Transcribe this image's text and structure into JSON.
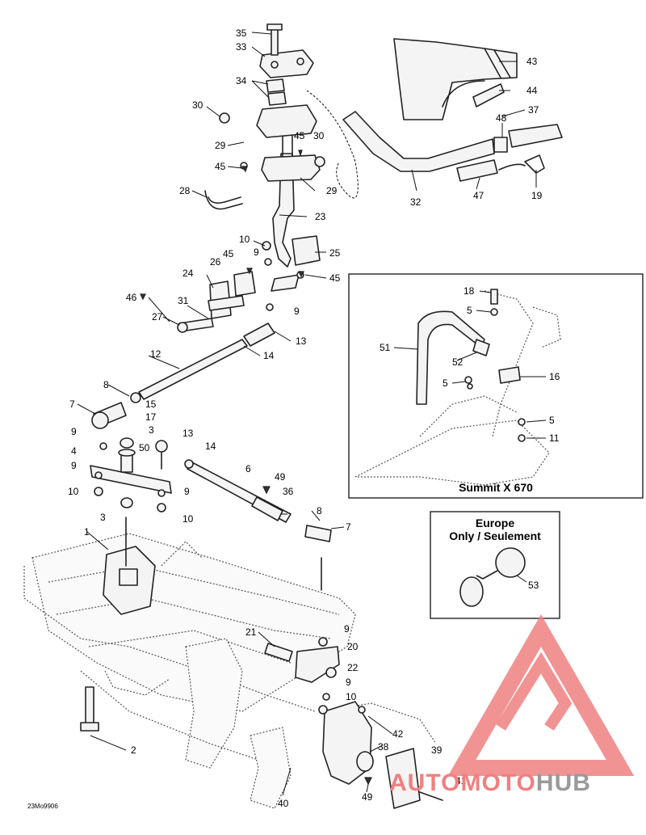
{
  "diagram_code": "23Mo9906",
  "inset_summit": {
    "title": "Summit X 670"
  },
  "inset_europe": {
    "title_line1": "Europe",
    "title_line2": "Only / Seulement"
  },
  "watermark": {
    "part1": "AUTO",
    "part2": "MOTO",
    "part3": "HUB",
    "color_red": "#f08080",
    "color_gray": "#9a9a9a"
  },
  "callouts": [
    "35",
    "33",
    "34",
    "30",
    "45",
    "30",
    "29",
    "45",
    "29",
    "28",
    "23",
    "43",
    "44",
    "37",
    "48",
    "32",
    "47",
    "19",
    "10",
    "25",
    "9",
    "45",
    "26",
    "24",
    "45",
    "46",
    "31",
    "9",
    "27",
    "13",
    "14",
    "12",
    "8",
    "15",
    "7",
    "17",
    "9",
    "3",
    "13",
    "14",
    "50",
    "4",
    "9",
    "10",
    "9",
    "3",
    "10",
    "6",
    "49",
    "36",
    "8",
    "7",
    "1",
    "2",
    "21",
    "9",
    "20",
    "22",
    "9",
    "10",
    "42",
    "38",
    "39",
    "40",
    "49",
    "41",
    "18",
    "5",
    "51",
    "52",
    "16",
    "5",
    "5",
    "11",
    "53"
  ]
}
